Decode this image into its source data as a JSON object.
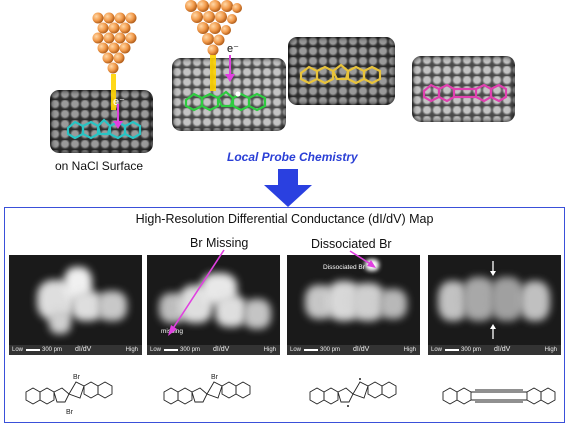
{
  "labels": {
    "electron": "e⁻",
    "on_nacl": "on NaCl Surface",
    "local_probe": "Local Probe Chemistry",
    "map_title": "High-Resolution Differential Conductance (dI/dV) Map",
    "br_missing": "Br Missing",
    "dissociated_br": "Dissociated Br",
    "missing_small": "missing",
    "dissociated_small": "Dissociated Br",
    "br_atom": "Br"
  },
  "scalebar": {
    "low": "Low",
    "scale": "300 pm",
    "unit": "dI/dV",
    "high": "High"
  },
  "colors": {
    "accent_blue": "#3a50d9",
    "tip_orange": "#f2a45a",
    "molecule_cyan": "#27c4c4",
    "molecule_green": "#2ecc40",
    "molecule_yellow": "#e8c33a",
    "molecule_magenta": "#e040b0",
    "probe_pink": "#e040e0"
  },
  "panels": [
    {
      "id": "panel-1"
    },
    {
      "id": "panel-2"
    },
    {
      "id": "panel-3"
    },
    {
      "id": "panel-4"
    }
  ]
}
